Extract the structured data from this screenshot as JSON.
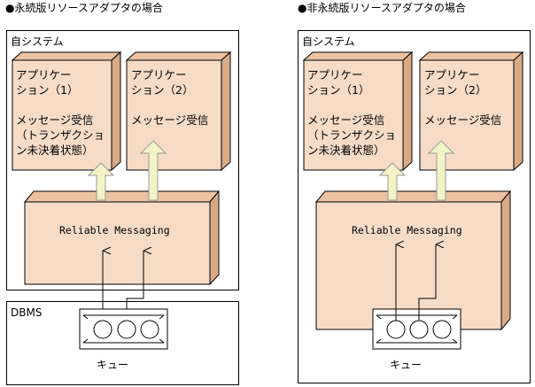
{
  "left_panel": {
    "heading": "●永続版リソースアダプタの場合",
    "system_label": "自システム",
    "app1_text": "アプリケー\nション（1）\n\nメッセージ受信\n（トランザクショ\nン未決着状態）",
    "app2_text": "アプリケー\nション（2）\n\nメッセージ受信",
    "rm_label": "Reliable Messaging",
    "dbms_label": "DBMS",
    "queue_label": "キュー"
  },
  "right_panel": {
    "heading": "●非永続版リソースアダプタの場合",
    "system_label": "自システム",
    "app1_text": "アプリケー\nション（1）\n\nメッセージ受信\n（トランザクショ\nン未決着状態）",
    "app2_text": "アプリケー\nション（2）\n\nメッセージ受信",
    "rm_label": "Reliable Messaging",
    "queue_label": "キュー"
  },
  "colors": {
    "box_front": "#f6dcc7",
    "box_side": "#d9aa86",
    "box_top": "#ebc3a3",
    "arrow_fill": "#f2f4c6"
  }
}
